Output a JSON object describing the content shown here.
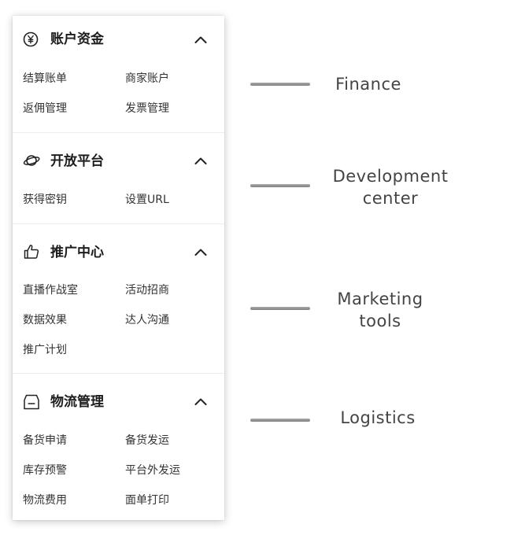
{
  "sections": [
    {
      "icon": "yen-circle-icon",
      "title": "账户资金",
      "items": [
        "结算账单",
        "商家账户",
        "返佣管理",
        "发票管理"
      ]
    },
    {
      "icon": "planet-icon",
      "title": "开放平台",
      "items": [
        "获得密钥",
        "设置URL"
      ]
    },
    {
      "icon": "thumbs-up-icon",
      "title": "推广中心",
      "items": [
        "直播作战室",
        "活动招商",
        "数据效果",
        "达人沟通",
        "推广计划"
      ]
    },
    {
      "icon": "box-minus-icon",
      "title": "物流管理",
      "items": [
        "备货申请",
        "备货发运",
        "库存预警",
        "平台外发运",
        "物流费用",
        "面单打印"
      ]
    }
  ],
  "annotations": [
    {
      "line1": "Finance",
      "line2": ""
    },
    {
      "line1": "Development",
      "line2": "center"
    },
    {
      "line1": "Marketing",
      "line2": "tools"
    },
    {
      "line1": "Logistics",
      "line2": ""
    }
  ]
}
